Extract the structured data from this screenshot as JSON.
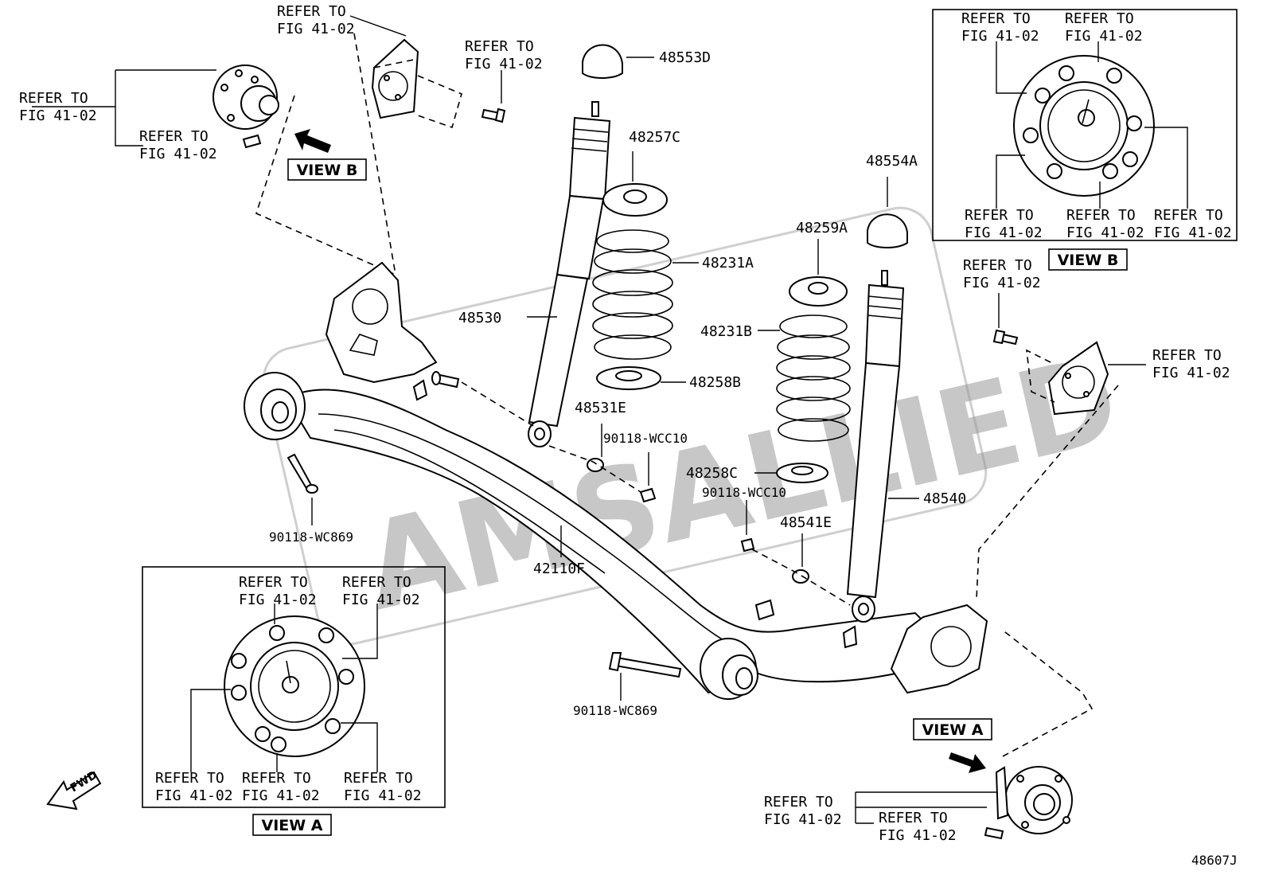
{
  "refer": {
    "line1": "REFER TO",
    "line2": "FIG 41-02"
  },
  "views": {
    "view_a": "VIEW A",
    "view_b": "VIEW B"
  },
  "parts": {
    "p48553D": "48553D",
    "p48257C": "48257C",
    "p48554A": "48554A",
    "p48231A": "48231A",
    "p48259A": "48259A",
    "p48530": "48530",
    "p48231B": "48231B",
    "p48258B": "48258B",
    "p48531E": "48531E",
    "p90118_WCC10_a": "90118-WCC10",
    "p48258C": "48258C",
    "p90118_WCC10_b": "90118-WCC10",
    "p48540": "48540",
    "p48541E": "48541E",
    "p90118_WC869_a": "90118-WC869",
    "p42110F": "42110F",
    "p90118_WC869_b": "90118-WC869"
  },
  "watermark": "AMSALLIED",
  "fwd": "FWD",
  "diagram_id": "48607J"
}
